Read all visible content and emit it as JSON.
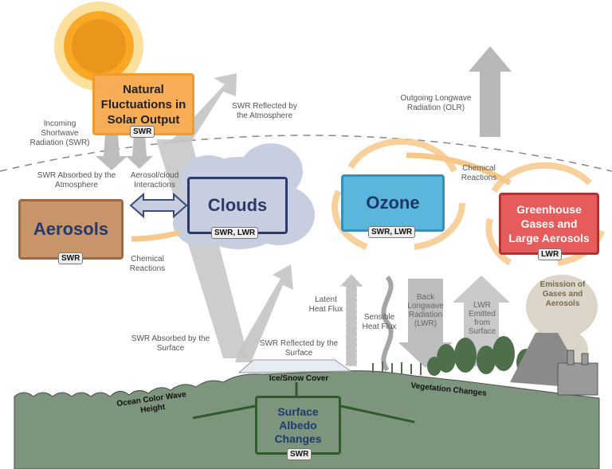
{
  "colors": {
    "solar": "#f6ad55",
    "aerosols": "#c8956a",
    "clouds": "#c7cee0",
    "ozone": "#5bb6dd",
    "ghg": "#e65b5b",
    "surface": "#7d957c",
    "arrow": "#bdbdbd",
    "cycle": "#f6c88a"
  },
  "boxes": {
    "solar": {
      "title": "Natural Fluctuations in Solar Output",
      "tag": "SWR"
    },
    "aerosols": {
      "title": "Aerosols",
      "tag": "SWR"
    },
    "clouds": {
      "title": "Clouds",
      "tag": "SWR, LWR"
    },
    "ozone": {
      "title": "Ozone",
      "tag": "SWR, LWR"
    },
    "ghg": {
      "title": "Greenhouse Gases and Large Aerosols",
      "tag": "LWR"
    },
    "albedo": {
      "title": "Surface Albedo Changes",
      "tag": "SWR"
    }
  },
  "labels": {
    "incoming": "Incoming Shortwave Radiation (SWR)",
    "swr_reflected_atm": "SWR Reflected by the Atmosphere",
    "olr": "Outgoing Longwave Radiation (OLR)",
    "swr_absorbed_atm": "SWR Absorbed by the Atmosphere",
    "aerosol_cloud": "Aerosol/cloud Interactions",
    "chem_reactions_top": "Chemical Reactions",
    "chem_reactions_left": "Chemical Reactions",
    "latent": "Latent Heat Flux",
    "sensible": "Sensible Heat Flux",
    "back_lwr": "Back Longwave Radiation (LWR)",
    "lwr_emitted": "LWR Emitted from Surface",
    "emission": "Emission of Gases and Aerosols",
    "swr_absorbed_surface": "SWR Absorbed by the Surface",
    "swr_reflected_surface": "SWR Reflected by the Surface",
    "ice_snow": "Ice/Snow Cover",
    "ocean": "Ocean Color Wave Height",
    "vegetation": "Vegetation Changes"
  }
}
